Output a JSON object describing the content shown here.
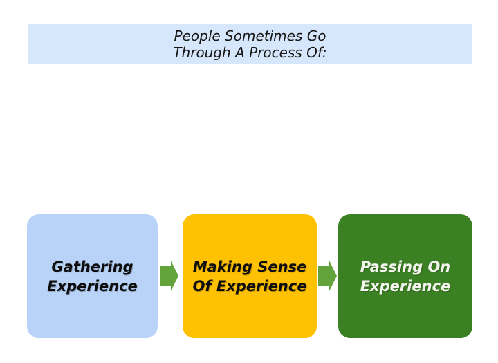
{
  "title": {
    "line1": "People Sometimes Go",
    "line2": "Through A Process Of:"
  },
  "steps": [
    {
      "id": "gathering",
      "line1": "Gathering",
      "line2": "Experience",
      "bg": "#b9d3f8",
      "text_color": "#0d0d0d"
    },
    {
      "id": "making",
      "line1": "Making Sense",
      "line2": "Of Experience",
      "bg": "#ffc103",
      "text_color": "#0d0d0d"
    },
    {
      "id": "passing",
      "line1": "Passing On",
      "line2": "Experience",
      "bg": "#3c8024",
      "text_color": "#f5f5f0"
    }
  ],
  "colors": {
    "banner_bg": "#d7e7fb",
    "arrow": "#63a33c",
    "page_bg": "#ffffff"
  }
}
